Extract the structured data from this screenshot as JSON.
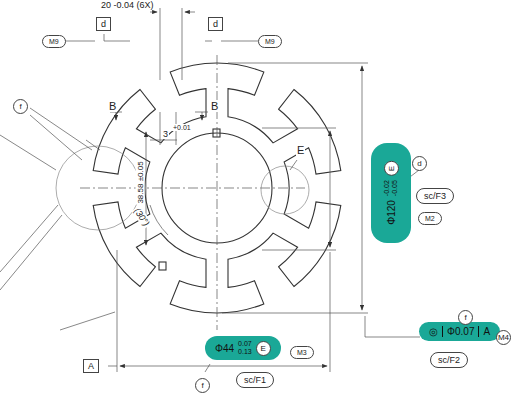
{
  "diagram": {
    "nodes": [
      {
        "text": [
          "Φ120",
          "-0.02",
          "-0.05"
        ]
      },
      {
        "text": [
          "E"
        ],
        "in": 0
      },
      {
        "text": [
          "d"
        ]
      },
      {
        "text": [
          "sc/F3"
        ]
      },
      {
        "text": [
          "M2"
        ]
      },
      {
        "text": [
          "Φ44",
          "0.07",
          "0.13"
        ]
      },
      {
        "text": [
          "E"
        ],
        "in": 5
      },
      {
        "text": [
          "M3"
        ]
      },
      {
        "text": [
          "f"
        ]
      },
      {
        "text": [
          "sc/F1"
        ]
      },
      {
        "text": [
          "◎",
          "Φ0.07",
          "A"
        ]
      },
      {
        "text": [
          "f"
        ]
      },
      {
        "text": [
          "M4"
        ]
      },
      {
        "text": [
          "sc/F2"
        ]
      },
      {
        "text": [
          "M9"
        ]
      },
      {
        "text": [
          "d"
        ]
      },
      {
        "text": [
          "d"
        ]
      },
      {
        "text": [
          "M9"
        ]
      },
      {
        "text": [
          "f"
        ]
      },
      {
        "text": [
          "A"
        ]
      }
    ],
    "labels": [
      "20 -0.04 (6X)",
      "B",
      "B",
      "3",
      "+0.01",
      "38.58 ±0.05",
      "E",
      "(30°)"
    ]
  }
}
